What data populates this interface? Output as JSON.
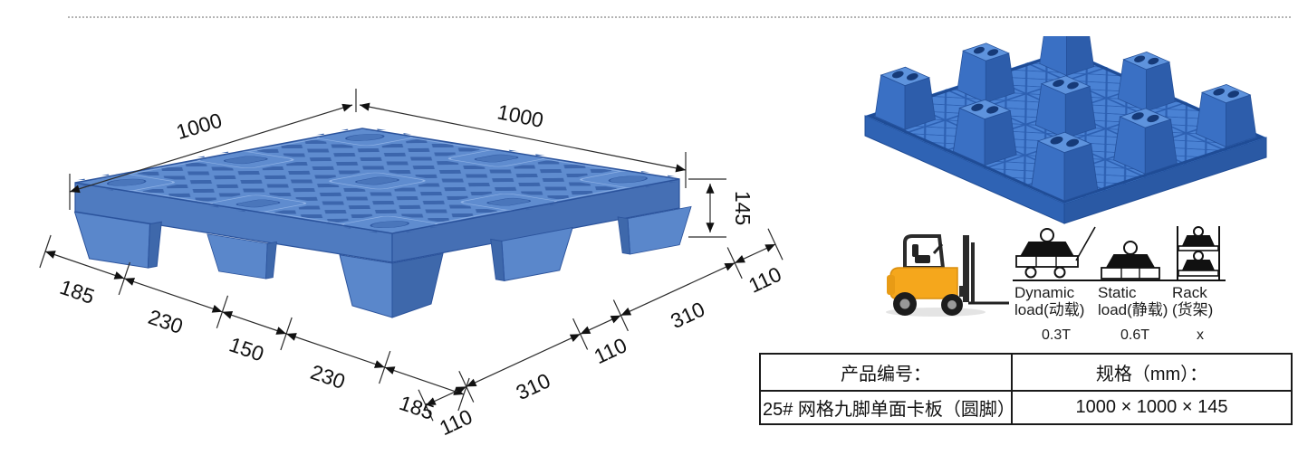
{
  "drawing": {
    "dim_top_left": "1000",
    "dim_top_right": "1000",
    "dim_height": "145",
    "chain_left": [
      "185",
      "230",
      "150",
      "230",
      "185"
    ],
    "chain_right": [
      "110",
      "310",
      "110",
      "310",
      "110"
    ]
  },
  "load_info": {
    "dynamic": {
      "line1": "Dynamic",
      "line2": "load(动载)",
      "value": "0.3T"
    },
    "static": {
      "line1": "Static",
      "line2": "load(静载)",
      "value": "0.6T"
    },
    "rack": {
      "line1": "Rack",
      "line2": "(货架)",
      "value": "x"
    }
  },
  "spec_table": {
    "col1_header": "产品编号：",
    "col2_header": "规格（mm）：",
    "col1_value": "25# 网格九脚单面卡板（圆脚）",
    "col2_value": "1000 × 1000 × 145"
  },
  "colors": {
    "pallet_blue": "#5f8ccf",
    "pallet_hole_blue": "#3c66ad",
    "pallet_side_blue": "#4a76bb",
    "photo_blue": "#4a82d4",
    "forklift_yellow": "#f5a71c",
    "line_black": "#1a1a1a",
    "divider_gray": "#b3b3b3"
  }
}
